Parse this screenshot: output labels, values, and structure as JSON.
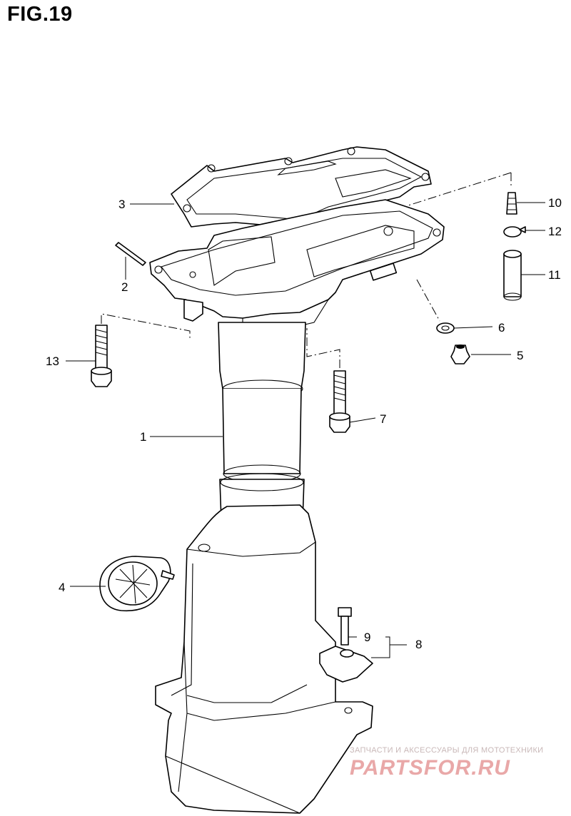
{
  "figure": {
    "title": "FIG.19"
  },
  "callouts": [
    {
      "id": "1",
      "label": "1"
    },
    {
      "id": "2",
      "label": "2"
    },
    {
      "id": "3",
      "label": "3"
    },
    {
      "id": "4",
      "label": "4"
    },
    {
      "id": "5",
      "label": "5"
    },
    {
      "id": "6",
      "label": "6"
    },
    {
      "id": "7",
      "label": "7"
    },
    {
      "id": "8",
      "label": "8"
    },
    {
      "id": "9",
      "label": "9"
    },
    {
      "id": "10",
      "label": "10"
    },
    {
      "id": "11",
      "label": "11"
    },
    {
      "id": "12",
      "label": "12"
    },
    {
      "id": "13",
      "label": "13"
    }
  ],
  "watermark": {
    "tagline": "ЗАПЧАСТИ И АКСЕССУАРЫ ДЛЯ МОТОТЕХНИКИ",
    "brand": "PARTSFOR.RU"
  },
  "colors": {
    "ink": "#000000",
    "background": "#ffffff",
    "watermark": "#e9a8a8"
  }
}
